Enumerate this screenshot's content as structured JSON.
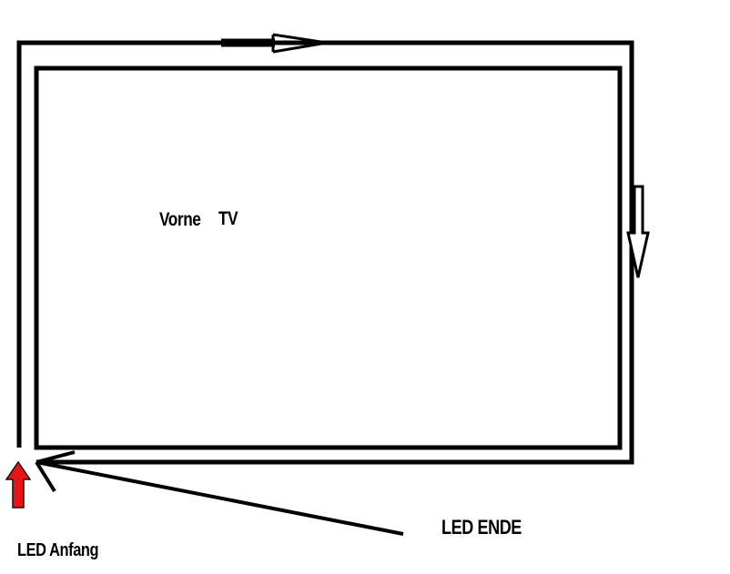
{
  "labels": {
    "front": "Vorne",
    "tv": "TV",
    "led_end": "LED ENDE",
    "led_start": "LED Anfang"
  },
  "colors": {
    "stroke": "#000000",
    "start_arrow": "#e81515",
    "background": "#ffffff"
  },
  "icons": {
    "top_direction": "arrow-right-icon",
    "right_direction": "arrow-down-icon",
    "start_marker": "arrow-up-icon",
    "end_pointer": "arrow-pointer-icon"
  }
}
